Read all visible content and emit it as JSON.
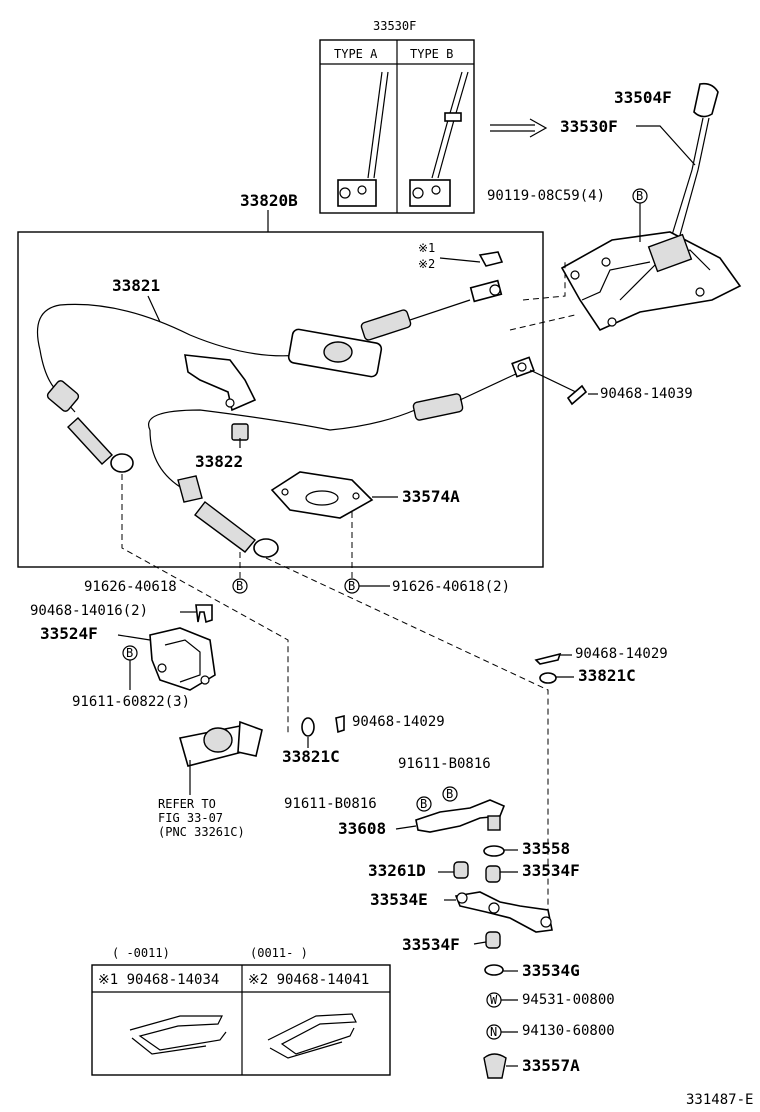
{
  "diagram": {
    "doc_number": "331487-E",
    "type_box": {
      "part": "33530F",
      "type_a": "TYPE A",
      "type_b": "TYPE B"
    },
    "cable_box_label": "33820B",
    "notes": {
      "n1": "※1",
      "n2": "※2"
    },
    "labels": {
      "p33504F": "33504F",
      "p33530F": "33530F",
      "p90119": "90119-08C59(4)",
      "p33821": "33821",
      "p33822": "33822",
      "p33574A": "33574A",
      "p90468_14039": "90468-14039",
      "p91626_a": "91626-40618",
      "p91626_b": "91626-40618(2)",
      "p90468_14016": "90468-14016(2)",
      "p33524F": "33524F",
      "p91611_60822": "91611-60822(3)",
      "p90468_14029_a": "90468-14029",
      "p33821C_a": "33821C",
      "p90468_14029_b": "90468-14029",
      "p33821C_b": "33821C",
      "p91611_B0816_a": "91611-B0816",
      "p91611_B0816_b": "91611-B0816",
      "p33608": "33608",
      "p33558": "33558",
      "p33261D": "33261D",
      "p33534F_a": "33534F",
      "p33534E": "33534E",
      "p33534F_b": "33534F",
      "p33534G": "33534G",
      "p94531": "94531-00800",
      "p94130": "94130-60800",
      "p33557A": "33557A",
      "refer_1": "REFER TO",
      "refer_2": "FIG 33-07",
      "refer_3": "(PNC 33261C)"
    },
    "markers": {
      "b": "B",
      "w": "W",
      "n": "N"
    },
    "clip_table": {
      "col1_range": "( -0011)",
      "col2_range": "(0011- )",
      "col1_part": "※1 90468-14034",
      "col2_part": "※2 90468-14041"
    }
  }
}
